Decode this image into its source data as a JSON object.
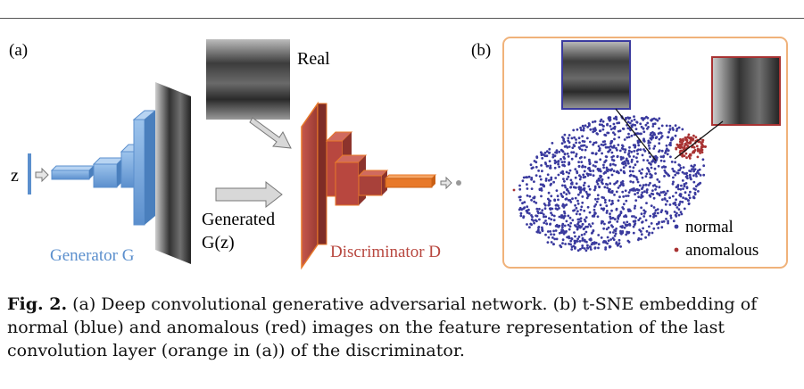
{
  "panel_a": {
    "label": "(a)",
    "z_label": "z",
    "real_label": "Real",
    "generated_label_line1": "Generated",
    "generated_label_line2": "G(z)",
    "generator_label": "Generator G",
    "discriminator_label": "Discriminator D"
  },
  "panel_b": {
    "label": "(b)",
    "legend": [
      {
        "label": "normal",
        "color": "#3a3a9e"
      },
      {
        "label": "anomalous",
        "color": "#a83232"
      }
    ]
  },
  "colors": {
    "generator": "#6a9fd8",
    "discriminator": "#b8473f",
    "discriminator_last": "#e8792a",
    "panel_border": "#f0b27a"
  },
  "caption": {
    "figno": "Fig. 2.",
    "text": "(a) Deep convolutional generative adversarial network. (b) t-SNE embedding of normal (blue) and anomalous (red) images on the feature representation of the last convolution layer (orange in (a)) of the discriminator."
  }
}
